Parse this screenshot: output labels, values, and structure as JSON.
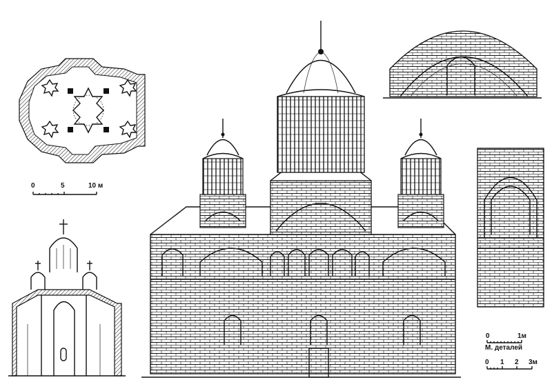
{
  "scale_plan": {
    "ticks": [
      "0",
      "5",
      "10 м"
    ]
  },
  "scale_details": {
    "ticks": [
      "0",
      "1м"
    ],
    "caption": "М. деталей"
  },
  "scale_main": {
    "ticks": [
      "0",
      "1",
      "2",
      "3м"
    ]
  },
  "colors": {
    "ink": "#111111",
    "paper": "#ffffff"
  }
}
